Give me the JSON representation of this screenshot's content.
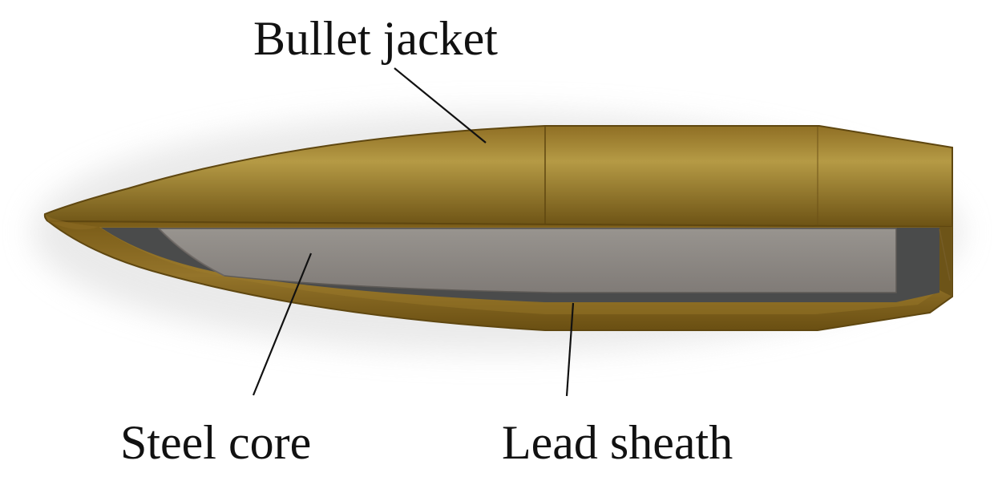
{
  "labels": {
    "bullet_jacket": "Bullet jacket",
    "steel_core": "Steel core",
    "lead_sheath": "Lead sheath"
  },
  "colors": {
    "jacket_light": "#b59a45",
    "jacket_mid": "#8f6f24",
    "jacket_dark": "#5f4710",
    "steel_core": "#8c8884",
    "lead_sheath": "#4a4b4b",
    "line": "#111111",
    "shadow": "#d9d9d9"
  }
}
